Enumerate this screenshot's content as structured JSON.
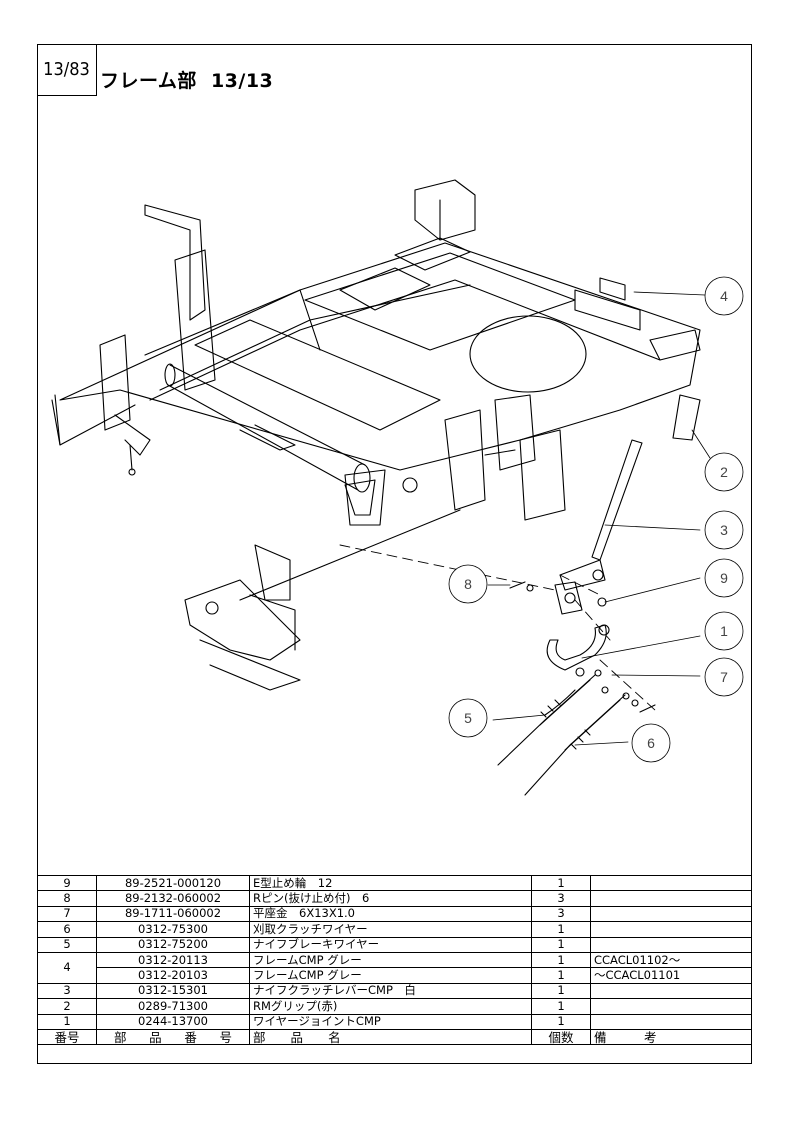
{
  "page_badge": "13/83",
  "title": "フレーム部",
  "title_page": "13/13",
  "callouts": [
    "1",
    "2",
    "3",
    "4",
    "5",
    "6",
    "7",
    "8",
    "9"
  ],
  "table": {
    "headers": {
      "no": "番号",
      "part_number": [
        "部",
        "品",
        "番",
        "号"
      ],
      "name": [
        "部",
        "品",
        "名"
      ],
      "qty": "個数",
      "remarks": [
        "備",
        "考"
      ]
    },
    "rows": [
      {
        "no": "9",
        "part_number": "89-2521-000120",
        "name": "E型止め輪　12",
        "qty": "1",
        "remarks": ""
      },
      {
        "no": "8",
        "part_number": "89-2132-060002",
        "name": "Rピン(抜け止め付)　6",
        "qty": "3",
        "remarks": ""
      },
      {
        "no": "7",
        "part_number": "89-1711-060002",
        "name": "平座金　6X13X1.0",
        "qty": "3",
        "remarks": ""
      },
      {
        "no": "6",
        "part_number": "0312-75300",
        "name": "刈取クラッチワイヤー",
        "qty": "1",
        "remarks": ""
      },
      {
        "no": "5",
        "part_number": "0312-75200",
        "name": "ナイフブレーキワイヤー",
        "qty": "1",
        "remarks": ""
      },
      {
        "no": "4",
        "part_number": "0312-20113",
        "name": "フレームCMP グレー",
        "qty": "1",
        "remarks": "CCACL01102〜"
      },
      {
        "no": "",
        "part_number": "0312-20103",
        "name": "フレームCMP グレー",
        "qty": "1",
        "remarks": "〜CCACL01101"
      },
      {
        "no": "3",
        "part_number": "0312-15301",
        "name": "ナイフクラッチレバーCMP　白",
        "qty": "1",
        "remarks": ""
      },
      {
        "no": "2",
        "part_number": "0289-71300",
        "name": "RMグリップ(赤)",
        "qty": "1",
        "remarks": ""
      },
      {
        "no": "1",
        "part_number": "0244-13700",
        "name": "ワイヤージョイントCMP",
        "qty": "1",
        "remarks": ""
      }
    ]
  }
}
